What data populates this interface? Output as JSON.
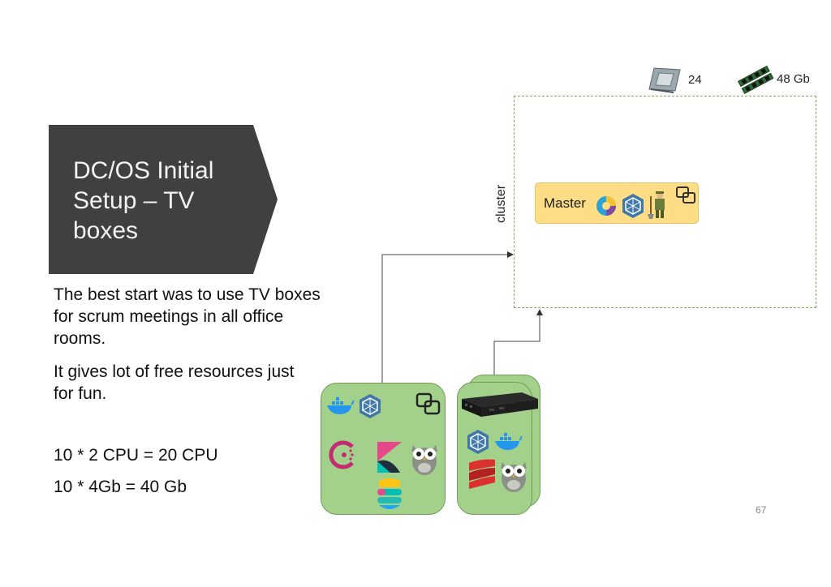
{
  "slide": {
    "title": "DC/OS Initial Setup – TV boxes",
    "paragraph_1": "The best start was to use TV boxes for scrum meetings in all office rooms.",
    "paragraph_2": "It gives lot of free resources just for fun.",
    "calc_cpu": "10 * 2 CPU = 20 CPU",
    "calc_mem": "10 * 4Gb = 40 Gb",
    "page_number": "67"
  },
  "diagram": {
    "cluster_label": "cluster",
    "master_label": "Master",
    "cpu_count": "24",
    "memory": "48 Gb"
  },
  "colors": {
    "title_bg": "#404040",
    "master_fill": "#fedd86",
    "node_fill": "#a3d18c",
    "cluster_border": "#7aab5a"
  },
  "icons": [
    "cpu-chip-icon",
    "ram-module-icon",
    "mesos-icon",
    "kubernetes-icon",
    "scheduler-figure-icon",
    "virtual-machine-icon",
    "docker-icon",
    "consul-icon",
    "kibana-icon",
    "owl-icon",
    "elastic-icon",
    "tv-box-device-icon",
    "scala-icon"
  ]
}
